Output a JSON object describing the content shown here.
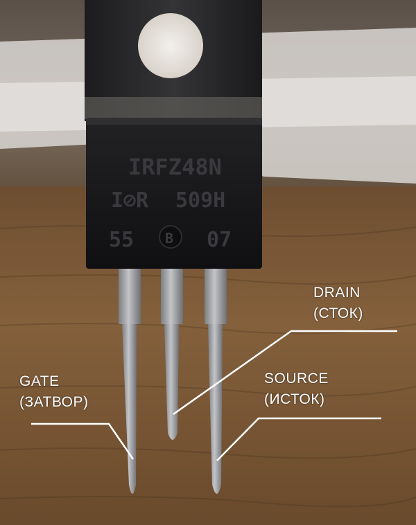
{
  "package_marking": {
    "line1": "IRFZ48N",
    "line2_logo": "I⊘R",
    "line2_code": "509H",
    "line3_left": "55",
    "line3_right": "07",
    "line3_badge": "B"
  },
  "labels": {
    "drain": {
      "name": "DRAIN",
      "translation": "(СТОК)"
    },
    "gate": {
      "name": "GATE",
      "translation": "(ЗАТВОР)"
    },
    "source": {
      "name": "SOURCE",
      "translation": "(ИСТОК)"
    }
  },
  "colors": {
    "label_text": "#ffffff",
    "leader_line": "#ffffff",
    "package_body": "#161618",
    "metal_tab": "#2a2a2c",
    "pins": "#a9aaad",
    "table_wood": "#7a5634"
  }
}
